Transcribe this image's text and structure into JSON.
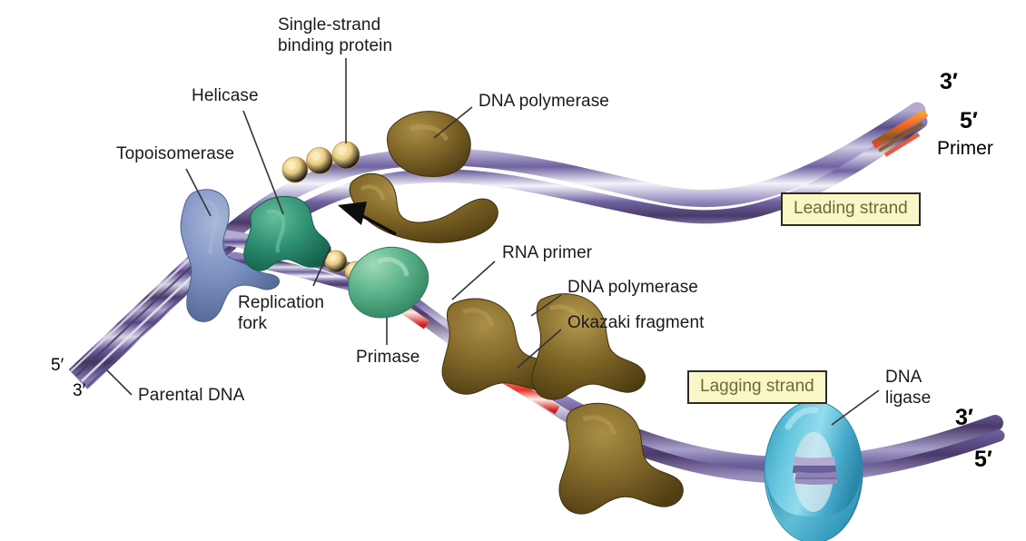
{
  "figure": {
    "title": "DNA replication fork",
    "background_color": "#ffffff"
  },
  "labels": {
    "single_strand_binding_protein": "Single-strand\nbinding protein",
    "helicase": "Helicase",
    "topoisomerase": "Topoisomerase",
    "dna_polymerase_top": "DNA polymerase",
    "replication_fork": "Replication\nfork",
    "primase": "Primase",
    "parental_dna": "Parental DNA",
    "rna_primer": "RNA primer",
    "dna_polymerase_lagging": "DNA polymerase",
    "okazaki_fragment": "Okazaki fragment",
    "dna_ligase": "DNA\nligase",
    "primer": "Primer"
  },
  "callout_boxes": {
    "leading_strand": "Leading strand",
    "lagging_strand": "Lagging strand",
    "fill_color": "#f9f6c8",
    "border_color": "#2b2b2b",
    "text_color": "#6b6b3a"
  },
  "end_markers": {
    "parental_5prime": "5′",
    "parental_3prime": "3′",
    "leading_3prime": "3′",
    "leading_5prime": "5′",
    "lagging_3prime": "3′",
    "lagging_5prime": "5′"
  },
  "colors": {
    "dna_backbone_dark": "#4a3a6b",
    "dna_backbone_mid": "#6f62a0",
    "dna_backbone_light": "#d8d4e8",
    "dna_highlight": "#f2f1f7",
    "topoisomerase": "#7b8fc0",
    "helicase": "#2e8f72",
    "primase": "#5cb38a",
    "ssb_protein": "#e8c878",
    "dna_polymerase": "#7a6127",
    "dna_ligase": "#4fb4d4",
    "rna_primer": "#e8332a",
    "primer_orange": "#f26322",
    "label_text": "#1a1a1a",
    "leader_line": "#333333"
  }
}
